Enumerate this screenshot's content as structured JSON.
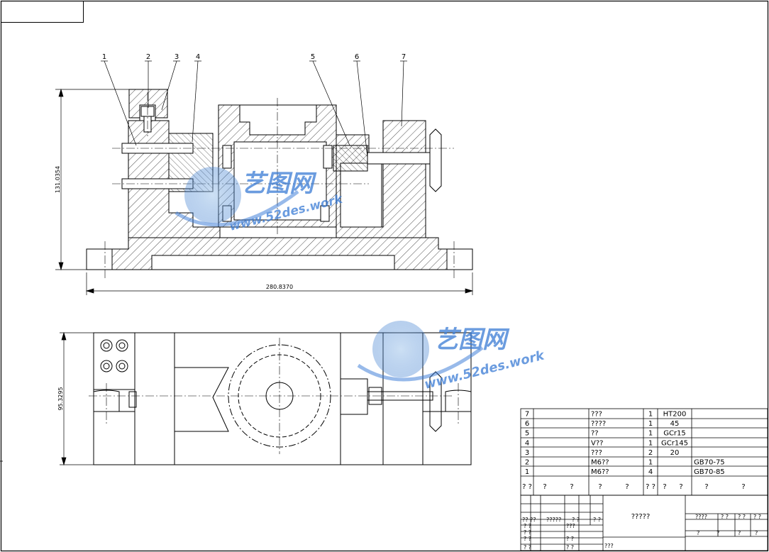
{
  "title_block_placeholder": "?????",
  "leaders": [
    "1",
    "2",
    "3",
    "4",
    "5",
    "6",
    "7"
  ],
  "dimensions": {
    "height_front": "131.0354",
    "width_front": "280.8370",
    "height_top": "95.3295"
  },
  "watermark": {
    "text_cn": "艺图网",
    "url": "www.52des.work"
  },
  "bom": {
    "rows": [
      {
        "no": "7",
        "name": "???",
        "qty": "1",
        "material": "HT200",
        "note": ""
      },
      {
        "no": "6",
        "name": "????",
        "qty": "1",
        "material": "45",
        "note": ""
      },
      {
        "no": "5",
        "name": "??",
        "qty": "1",
        "material": "GCr15",
        "note": ""
      },
      {
        "no": "4",
        "name": "V??",
        "qty": "1",
        "material": "GCr145",
        "note": ""
      },
      {
        "no": "3",
        "name": "???",
        "qty": "2",
        "material": "20",
        "note": ""
      },
      {
        "no": "2",
        "name": "M6??",
        "qty": "1",
        "material": "",
        "note": "GB70-75"
      },
      {
        "no": "1",
        "name": "M6??",
        "qty": "4",
        "material": "",
        "note": "GB70-85"
      }
    ],
    "header": [
      "? ?",
      "?",
      "?",
      "?",
      "?",
      "? ?",
      "?",
      "?",
      "?",
      "?"
    ]
  },
  "title_block": {
    "small_left": [
      "?? ??",
      "?????",
      "? ?",
      "? ?",
      "? ?",
      "???",
      "? ?",
      "? ?",
      "? ?",
      "? ?",
      "? ?",
      "???"
    ],
    "right_top": [
      "????",
      "? ?",
      "? ?",
      "? ?"
    ],
    "right_bottom": [
      "?",
      "?",
      "?",
      "?"
    ]
  }
}
